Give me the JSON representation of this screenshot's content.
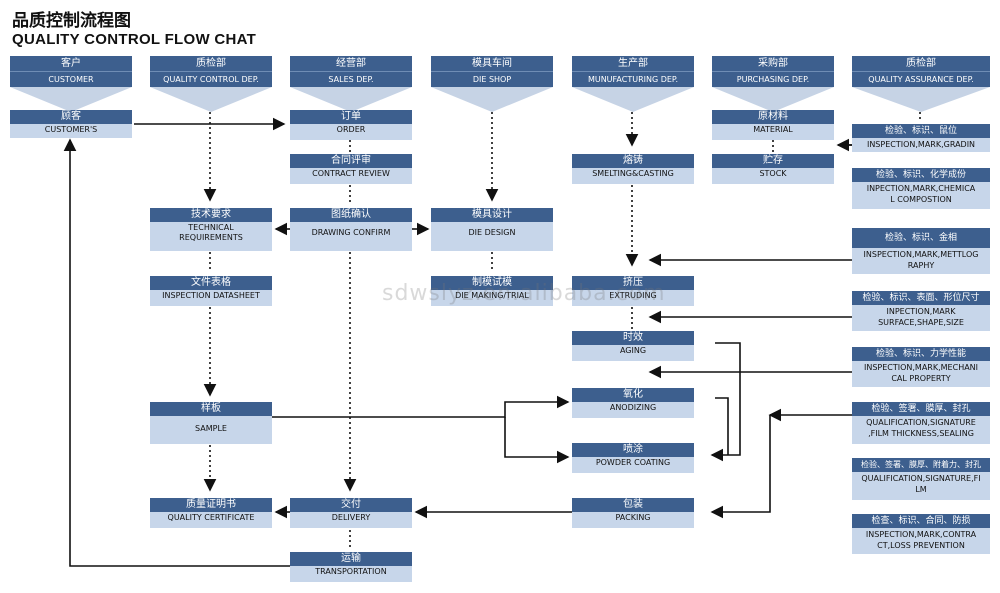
{
  "title": {
    "cn": "品质控制流程图",
    "en": "QUALITY CONTROL FLOW CHAT"
  },
  "headers": [
    {
      "cn": "客户",
      "en": "CUSTOMER"
    },
    {
      "cn": "质检部",
      "en": "QUALITY CONTROL DEP."
    },
    {
      "cn": "经营部",
      "en": "SALES DEP."
    },
    {
      "cn": "模具车间",
      "en": "DIE SHOP"
    },
    {
      "cn": "生产部",
      "en": "MUNUFACTURING DEP."
    },
    {
      "cn": "采购部",
      "en": "PURCHASING DEP."
    },
    {
      "cn": "质检部",
      "en": "QUALITY ASSURANCE DEP."
    }
  ],
  "boxes": {
    "customers": {
      "cn": "顾客",
      "en": "CUSTOMER'S"
    },
    "technical": {
      "cn": "技术要求",
      "en": "TECHNICAL\nREQUIREMENTS"
    },
    "datasheet": {
      "cn": "文件表格",
      "en": "INSPECTION DATASHEET"
    },
    "sample": {
      "cn": "样板",
      "en": "SAMPLE"
    },
    "certificate": {
      "cn": "质量证明书",
      "en": "QUALITY CERTIFICATE"
    },
    "order": {
      "cn": "订单",
      "en": "ORDER"
    },
    "contract": {
      "cn": "合同评审",
      "en": "CONTRACT REVIEW"
    },
    "drawing": {
      "cn": "图纸确认",
      "en": "DRAWING CONFIRM"
    },
    "delivery": {
      "cn": "交付",
      "en": "DELIVERY"
    },
    "transportation": {
      "cn": "运输",
      "en": "TRANSPORTATION"
    },
    "die_design": {
      "cn": "模具设计",
      "en": "DIE DESIGN"
    },
    "die_making": {
      "cn": "制模试模",
      "en": "DIE MAKING/TRIAL"
    },
    "smelting": {
      "cn": "熔铸",
      "en": "SMELTING&CASTING"
    },
    "extruding": {
      "cn": "挤压",
      "en": "EXTRUDING"
    },
    "aging": {
      "cn": "时效",
      "en": "AGING"
    },
    "anodizing": {
      "cn": "氧化",
      "en": "ANODIZING"
    },
    "powder": {
      "cn": "喷涂",
      "en": "POWDER COATING"
    },
    "packing": {
      "cn": "包装",
      "en": "PACKING"
    },
    "material": {
      "cn": "原材料",
      "en": "MATERIAL"
    },
    "stock": {
      "cn": "贮存",
      "en": "STOCK"
    }
  },
  "qa_checks": [
    {
      "cn": "检验、标识、鼠位",
      "en": "INSPECTION,MARK,GRADIN"
    },
    {
      "cn": "检验、标识、化学成份",
      "en": "INPECTION,MARK,CHEMICA\nL COMPOSTION"
    },
    {
      "cn": "检验、标识、金相",
      "en": "INSPECTION,MARK,METTLOG\nRAPHY"
    },
    {
      "cn": "检验、标识、表面、形位尺寸",
      "en": "INPECTION,MARK\nSURFACE,SHAPE,SIZE"
    },
    {
      "cn": "检验、标识、力学性能",
      "en": "INSPECTION,MARK,MECHANI\nCAL PROPERTY"
    },
    {
      "cn": "检验、签署、膜厚、封孔",
      "en": "QUALIFICATION,SIGNATURE\n,FILM THICKNESS,SEALING"
    },
    {
      "cn": "检验、签署、膜厚、附着力、封孔",
      "en": "QUALIFICATION,SIGNATURE,FI\nLM"
    },
    {
      "cn": "检查、标识、合同、防损",
      "en": "INSPECTION,MARK,CONTRA\nCT,LOSS PREVENTION"
    }
  ],
  "watermark": "sdwslyz.en.alibaba.com"
}
